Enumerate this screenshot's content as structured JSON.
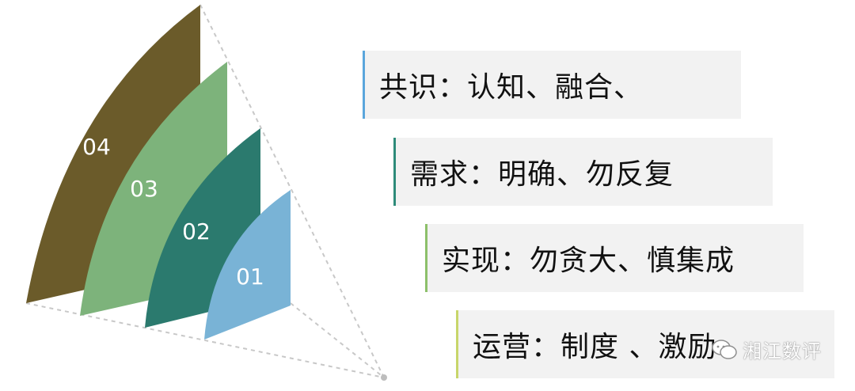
{
  "segments": [
    {
      "label": "04",
      "color": "#6b5b2a"
    },
    {
      "label": "03",
      "color": "#7db37b"
    },
    {
      "label": "02",
      "color": "#2b7a6e"
    },
    {
      "label": "01",
      "color": "#79b3d6"
    }
  ],
  "items": [
    {
      "text": "共识：认知、融合、",
      "accent": "#5aa6dc"
    },
    {
      "text": "需求：明确、勿反复",
      "accent": "#2e8b7a"
    },
    {
      "text": "实现：勿贪大、慎集成",
      "accent": "#8dc06a"
    },
    {
      "text": "运营：制度 、激励",
      "accent": "#c8d66a"
    }
  ],
  "watermark": {
    "text": "湘江数评"
  }
}
